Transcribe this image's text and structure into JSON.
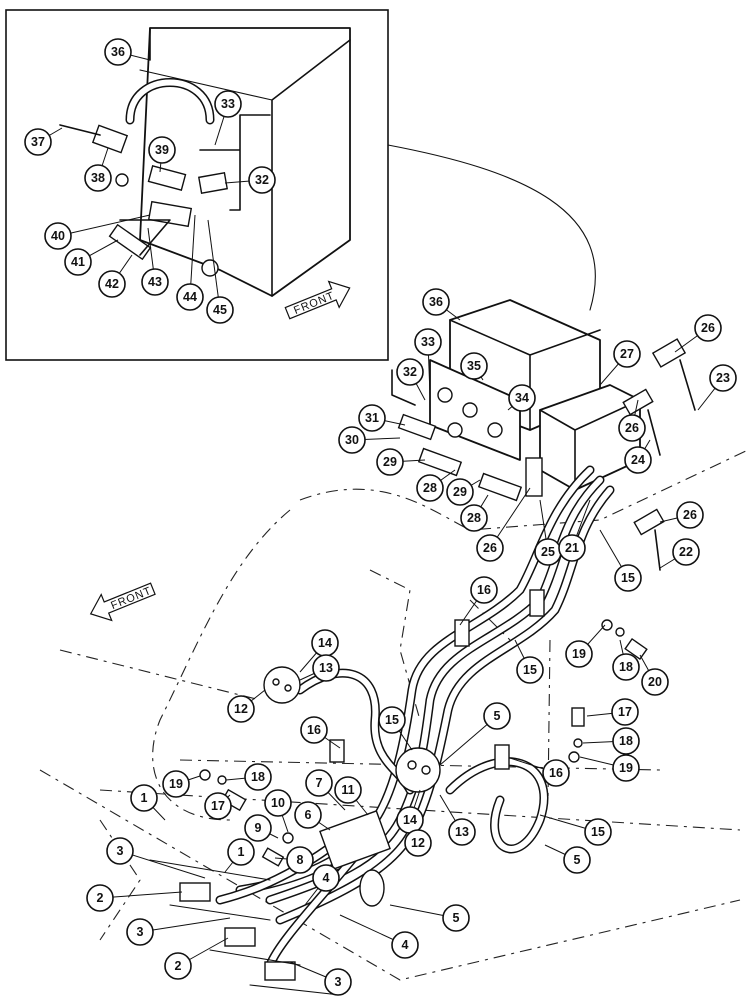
{
  "front_label": "FRONT",
  "callouts": [
    {
      "id": "c36a",
      "label": "36"
    },
    {
      "id": "c33a",
      "label": "33"
    },
    {
      "id": "c37",
      "label": "37"
    },
    {
      "id": "c39",
      "label": "39"
    },
    {
      "id": "c38",
      "label": "38"
    },
    {
      "id": "c32a",
      "label": "32"
    },
    {
      "id": "c40",
      "label": "40"
    },
    {
      "id": "c41",
      "label": "41"
    },
    {
      "id": "c42",
      "label": "42"
    },
    {
      "id": "c43",
      "label": "43"
    },
    {
      "id": "c44",
      "label": "44"
    },
    {
      "id": "c45",
      "label": "45"
    },
    {
      "id": "c36b",
      "label": "36"
    },
    {
      "id": "c26a",
      "label": "26"
    },
    {
      "id": "c27",
      "label": "27"
    },
    {
      "id": "c23",
      "label": "23"
    },
    {
      "id": "c33b",
      "label": "33"
    },
    {
      "id": "c35",
      "label": "35"
    },
    {
      "id": "c32b",
      "label": "32"
    },
    {
      "id": "c34",
      "label": "34"
    },
    {
      "id": "c31",
      "label": "31"
    },
    {
      "id": "c30",
      "label": "30"
    },
    {
      "id": "c26b",
      "label": "26"
    },
    {
      "id": "c24",
      "label": "24"
    },
    {
      "id": "c29a",
      "label": "29"
    },
    {
      "id": "c28a",
      "label": "28"
    },
    {
      "id": "c29b",
      "label": "29"
    },
    {
      "id": "c28b",
      "label": "28"
    },
    {
      "id": "c26c",
      "label": "26"
    },
    {
      "id": "c26d",
      "label": "26"
    },
    {
      "id": "c25",
      "label": "25"
    },
    {
      "id": "c21",
      "label": "21"
    },
    {
      "id": "c22",
      "label": "22"
    },
    {
      "id": "c15a",
      "label": "15"
    },
    {
      "id": "c16a",
      "label": "16"
    },
    {
      "id": "c14a",
      "label": "14"
    },
    {
      "id": "c13a",
      "label": "13"
    },
    {
      "id": "c15b",
      "label": "15"
    },
    {
      "id": "c19a",
      "label": "19"
    },
    {
      "id": "c18a",
      "label": "18"
    },
    {
      "id": "c20",
      "label": "20"
    },
    {
      "id": "c12a",
      "label": "12"
    },
    {
      "id": "c17a",
      "label": "17"
    },
    {
      "id": "c16b",
      "label": "16"
    },
    {
      "id": "c15c",
      "label": "15"
    },
    {
      "id": "c5a",
      "label": "5"
    },
    {
      "id": "c18b",
      "label": "18"
    },
    {
      "id": "c19b",
      "label": "19"
    },
    {
      "id": "c16c",
      "label": "16"
    },
    {
      "id": "c19c",
      "label": "19"
    },
    {
      "id": "c18c",
      "label": "18"
    },
    {
      "id": "c17b",
      "label": "17"
    },
    {
      "id": "c1a",
      "label": "1"
    },
    {
      "id": "c10",
      "label": "10"
    },
    {
      "id": "c7",
      "label": "7"
    },
    {
      "id": "c11",
      "label": "11"
    },
    {
      "id": "c6",
      "label": "6"
    },
    {
      "id": "c9",
      "label": "9"
    },
    {
      "id": "c14b",
      "label": "14"
    },
    {
      "id": "c13b",
      "label": "13"
    },
    {
      "id": "c15d",
      "label": "15"
    },
    {
      "id": "c12b",
      "label": "12"
    },
    {
      "id": "c3a",
      "label": "3"
    },
    {
      "id": "c1b",
      "label": "1"
    },
    {
      "id": "c8",
      "label": "8"
    },
    {
      "id": "c5b",
      "label": "5"
    },
    {
      "id": "c4a",
      "label": "4"
    },
    {
      "id": "c2a",
      "label": "2"
    },
    {
      "id": "c5c",
      "label": "5"
    },
    {
      "id": "c3b",
      "label": "3"
    },
    {
      "id": "c4b",
      "label": "4"
    },
    {
      "id": "c2b",
      "label": "2"
    },
    {
      "id": "c3c",
      "label": "3"
    }
  ]
}
